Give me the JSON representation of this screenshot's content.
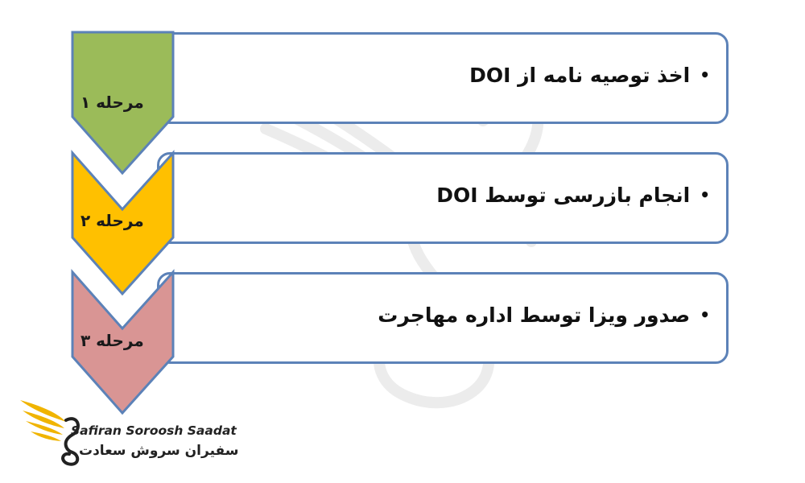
{
  "steps": [
    {
      "stage_label": "مرحله ۱",
      "text": "اخذ توصیه نامه از DOI",
      "color": "#9bbb59"
    },
    {
      "stage_label": "مرحله ۲",
      "text": "انجام بازرسی توسط DOI",
      "color": "#ffc000"
    },
    {
      "stage_label": "مرحله ۳",
      "text": "صدور ویزا توسط اداره مهاجرت",
      "color": "#d99594"
    }
  ],
  "bullet": "•",
  "colors": {
    "border": "#5c82b8",
    "watermark": "#e6e6e6",
    "logo_gold": "#f0b400"
  },
  "logo": {
    "name_en": "Safiran Soroosh Saadat",
    "name_fa": "سفیران سروش سعادت",
    "icon": "swan-wing-logo-icon"
  }
}
